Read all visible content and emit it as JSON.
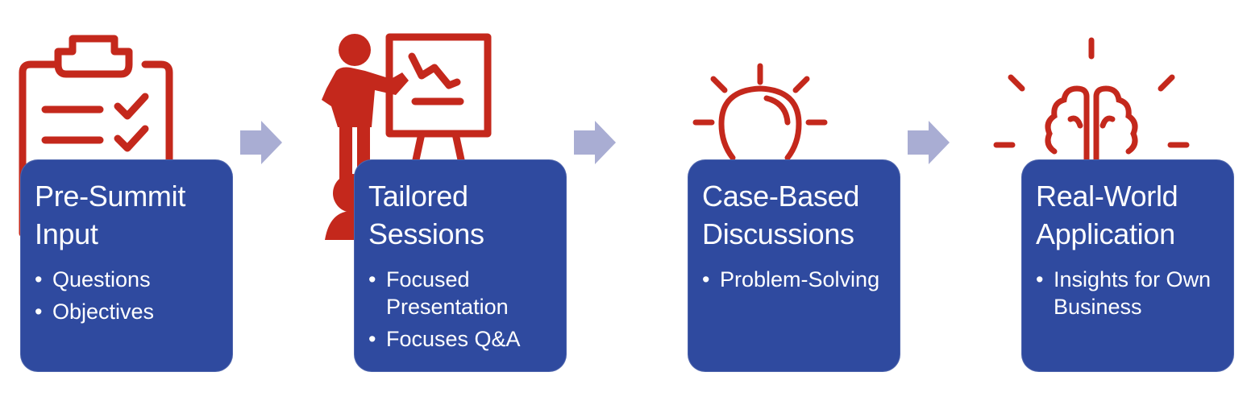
{
  "steps": [
    {
      "title_line1": "Pre-Summit",
      "title_line2": "Input",
      "bullets": [
        "Questions",
        "Objectives"
      ],
      "icon": "clipboard-checklist-icon"
    },
    {
      "title_line1": "Tailored",
      "title_line2": "Sessions",
      "bullets": [
        "Focused Presentation",
        "Focuses Q&A"
      ],
      "icon": "presenter-chart-icon"
    },
    {
      "title_line1": "Case-Based",
      "title_line2": "Discussions",
      "bullets": [
        "Problem-Solving"
      ],
      "icon": "lightbulb-icon"
    },
    {
      "title_line1": "Real-World",
      "title_line2": "Application",
      "bullets": [
        "Insights for Own Business"
      ],
      "icon": "brain-idea-icon"
    }
  ],
  "colors": {
    "card": "#2f4a9f",
    "icon": "#c4281c",
    "arrow": "#a9add3",
    "text": "#ffffff"
  }
}
